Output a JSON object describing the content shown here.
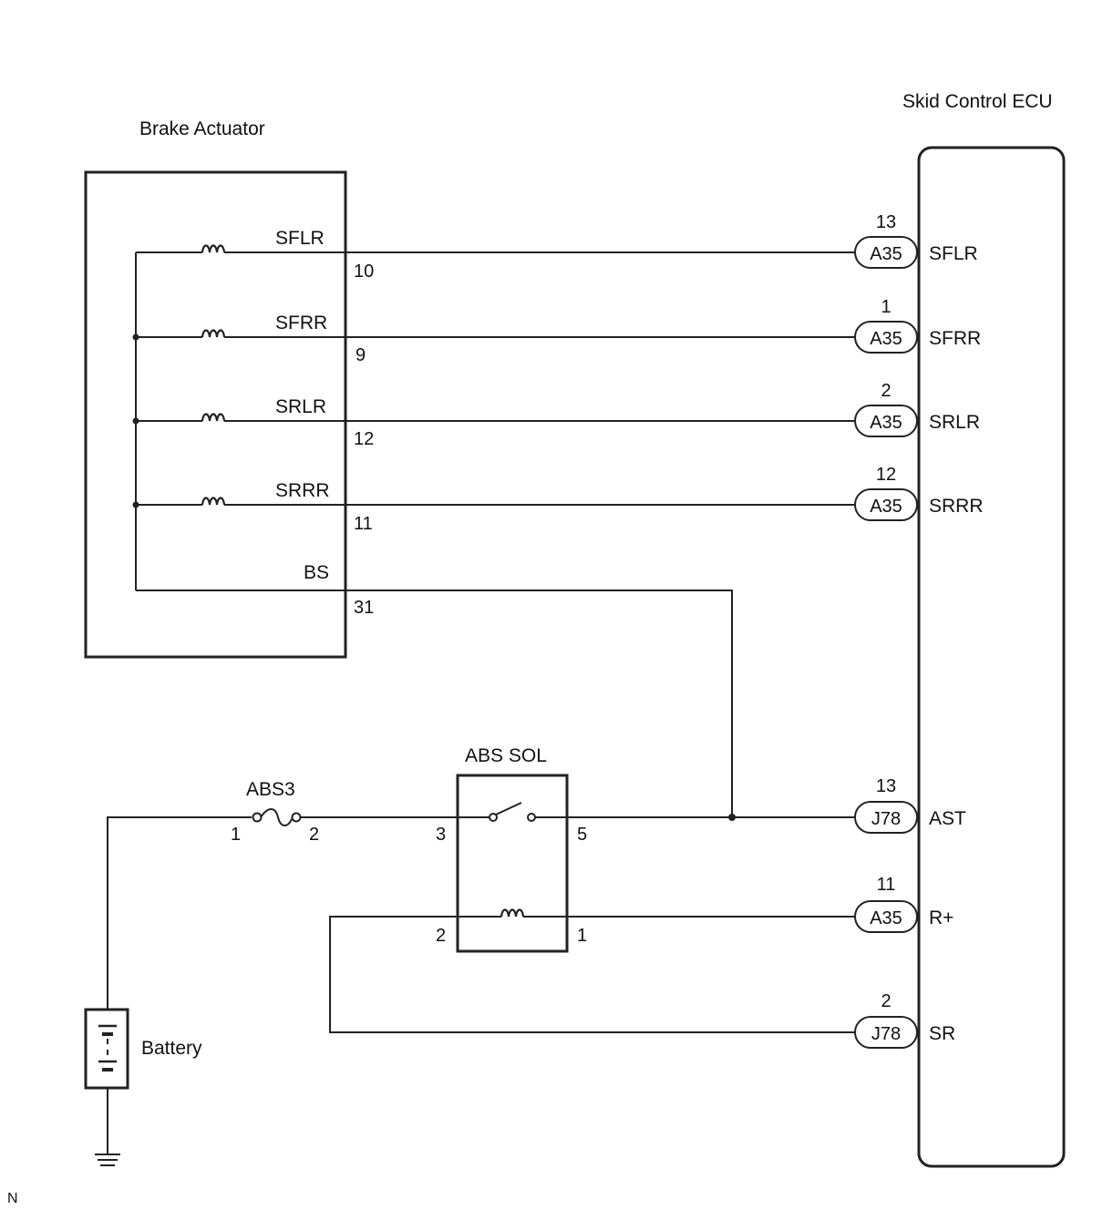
{
  "components": {
    "brake_actuator": {
      "label": "Brake Actuator"
    },
    "skid_control_ecu": {
      "label": "Skid Control ECU"
    },
    "abs_sol": {
      "label": "ABS SOL"
    },
    "abs3_fuse": {
      "label": "ABS3"
    },
    "battery": {
      "label": "Battery"
    }
  },
  "actuator_signals": [
    {
      "name": "SFLR",
      "pin": "10",
      "conn": "A35",
      "ecu_pin": "13",
      "ecu_label": "SFLR"
    },
    {
      "name": "SFRR",
      "pin": "9",
      "conn": "A35",
      "ecu_pin": "1",
      "ecu_label": "SFRR"
    },
    {
      "name": "SRLR",
      "pin": "12",
      "conn": "A35",
      "ecu_pin": "2",
      "ecu_label": "SRLR"
    },
    {
      "name": "SRRR",
      "pin": "11",
      "conn": "A35",
      "ecu_pin": "12",
      "ecu_label": "SRRR"
    }
  ],
  "bs": {
    "name": "BS",
    "pin": "31"
  },
  "fuse_pins": {
    "left": "1",
    "right": "2"
  },
  "relay_pins": {
    "switch_in": "3",
    "switch_out": "5",
    "coil_left": "2",
    "coil_right": "1"
  },
  "ecu_lower": [
    {
      "conn": "J78",
      "ecu_pin": "13",
      "ecu_label": "AST"
    },
    {
      "conn": "A35",
      "ecu_pin": "11",
      "ecu_label": "R+"
    },
    {
      "conn": "J78",
      "ecu_pin": "2",
      "ecu_label": "SR"
    }
  ],
  "corner_mark": "N"
}
